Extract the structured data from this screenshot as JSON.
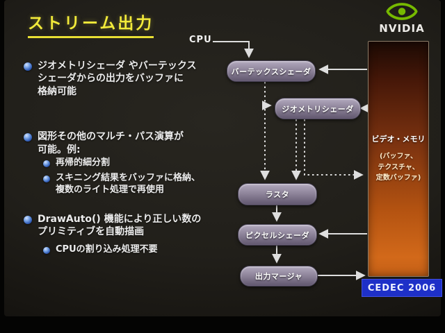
{
  "slide": {
    "title": "ストリーム出力",
    "bullets": [
      {
        "level": 1,
        "text": "ジオメトリシェーダ やバーテックス\nシェーダからの出力をバッファに\n格納可能"
      },
      {
        "level": 1,
        "text": "図形その他のマルチ・パス演算が\n可能。例:"
      },
      {
        "level": 2,
        "text": "再帰的細分割"
      },
      {
        "level": 2,
        "text": "スキニング結果をバッファに格納、\n複数のライト処理で再使用"
      },
      {
        "level": 1,
        "text": "DrawAuto() 機能により正しい数の\nプリミティブを自動描画"
      },
      {
        "level": 2,
        "text": "CPUの割り込み処理不要"
      }
    ]
  },
  "logo": {
    "wordmark": "NVIDIA"
  },
  "diagram": {
    "cpu_label": "CPU",
    "boxes": [
      {
        "id": "vertex-shader",
        "label": "バーテックスシェーダ"
      },
      {
        "id": "geometry-shader",
        "label": "ジオメトリシェーダ"
      },
      {
        "id": "raster",
        "label": "ラスタ"
      },
      {
        "id": "pixel-shader",
        "label": "ピクセルシェーダ"
      },
      {
        "id": "output-merger",
        "label": "出力マージャ"
      }
    ],
    "memory": {
      "title": "ビデオ・メモリ",
      "subtitle": "(バッファ、\nテクスチャ、\n定数バッファ)"
    },
    "connections": [
      {
        "from": "CPU",
        "to": "バーテックスシェーダ",
        "style": "solid"
      },
      {
        "from": "バーテックスシェーダ",
        "to": "ジオメトリシェーダ",
        "style": "dotted"
      },
      {
        "from": "バーテックスシェーダ",
        "to": "ラスタ",
        "style": "dotted"
      },
      {
        "from": "ジオメトリシェーダ",
        "to": "ラスタ",
        "style": "dotted"
      },
      {
        "from": "ジオメトリシェーダ",
        "to": "ビデオ・メモリ",
        "style": "dotted"
      },
      {
        "from": "ビデオ・メモリ",
        "to": "バーテックスシェーダ",
        "style": "solid"
      },
      {
        "from": "ビデオ・メモリ",
        "to": "ジオメトリシェーダ",
        "style": "solid"
      },
      {
        "from": "ラスタ",
        "to": "ピクセルシェーダ",
        "style": "solid"
      },
      {
        "from": "ピクセルシェーダ",
        "to": "出力マージャ",
        "style": "solid"
      },
      {
        "from": "ビデオ・メモリ",
        "to": "ピクセルシェーダ",
        "style": "solid"
      },
      {
        "from": "出力マージャ",
        "to": "ビデオ・メモリ",
        "style": "solid"
      }
    ]
  },
  "footer": {
    "badge": "CEDEC 2006"
  },
  "colors": {
    "title_yellow": "#f2ea3a",
    "nvidia_green": "#76b900",
    "badge_blue": "#1e30c8",
    "memory_orange": "#c4611a",
    "box_purple": "#8d8399"
  }
}
